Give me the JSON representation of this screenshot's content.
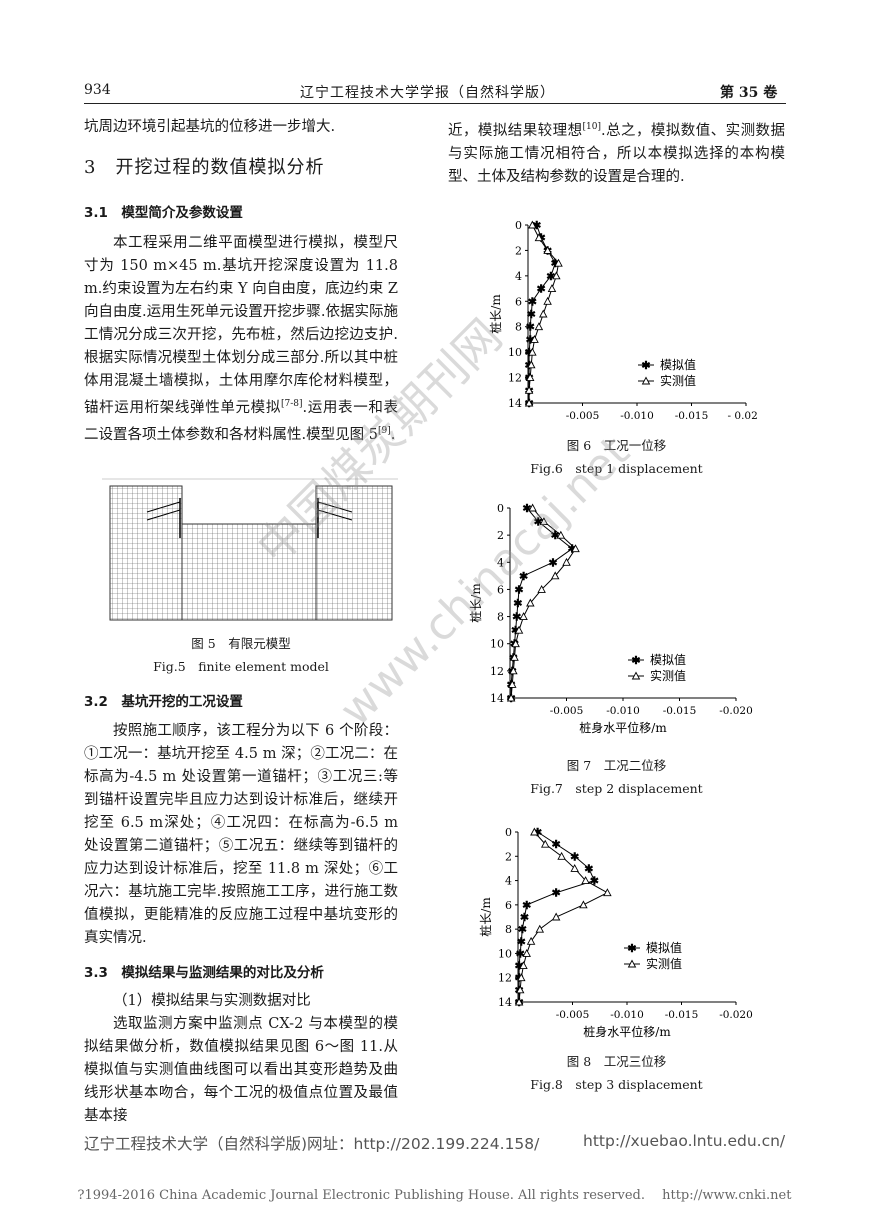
{
  "header": {
    "page_number": "934",
    "journal": "辽宁工程技术大学学报（自然科学版）",
    "volume": "第 35 卷"
  },
  "left_col": {
    "p_continue": "坑周边环境引起基坑的位移进一步增大.",
    "sec3": "3　开挖过程的数值模拟分析",
    "sec31": "3.1　模型简介及参数设置",
    "p31_a": "本工程采用二维平面模型进行模拟，模型尺寸为 150 m×45 m.基坑开挖深度设置为 11.8 m.约束设置为左右约束 Y 向自由度，底边约束 Z 向自由度.运用生死单元设置开挖步骤.依据实际施工情况分成三次开挖，先布桩，然后边挖边支护.根据实际情况模型土体划分成三部分.所以其中桩体用混凝土墙模拟，土体用摩尔库伦材料模型，锚杆运用桁架线弹性单元模拟",
    "ref78": "[7-8]",
    "p31_b": ".运用表一和表二设置各项土体参数和各材料属性.模型见图 5",
    "ref9": "[9]",
    "p31_c": ".",
    "fig5_cn": "图 5　有限元模型",
    "fig5_en": "Fig.5　finite element model",
    "sec32": "3.2　基坑开挖的工况设置",
    "p32": "按照施工顺序，该工程分为以下 6 个阶段：①工况一：基坑开挖至 4.5 m 深；②工况二：在标高为-4.5 m 处设置第一道锚杆；③工况三:等到锚杆设置完毕且应力达到设计标准后，继续开挖至 6.5 m深处；④工况四：在标高为-6.5 m 处设置第二道锚杆；⑤工况五：继续等到锚杆的应力达到设计标准后，挖至 11.8 m 深处；⑥工况六：基坑施工完毕.按照施工工序，进行施工数值模拟，更能精准的反应施工过程中基坑变形的真实情况.",
    "sec33": "3.3　模拟结果与监测结果的对比及分析",
    "sub1": "（1）模拟结果与实测数据对比",
    "p33": "选取监测方案中监测点 CX-2 与本模型的模拟结果做分析，数值模拟结果见图 6～图 11.从模拟值与实测值曲线图可以看出其变形趋势及曲线形状基本吻合，每个工况的极值点位置及最值基本接"
  },
  "right_col": {
    "p_a": "近，模拟结果较理想",
    "ref10": "[10]",
    "p_b": ".总之，模拟数值、实测数据与实际施工情况相符合，所以本模拟选择的本构模型、土体及结构参数的设置是合理的.",
    "fig6_cn": "图 6　工况一位移",
    "fig6_en": "Fig.6　step 1 displacement",
    "fig7_cn": "图 7　工况二位移",
    "fig7_en": "Fig.7　step 2 displacement",
    "fig8_cn": "图 8　工况三位移",
    "fig8_en": "Fig.8　step 3 displacement"
  },
  "footer": {
    "left": "辽宁工程技术大学（自然科学版)网址：http://202.199.224.158/",
    "right": "http://xuebao.lntu.edu.cn/"
  },
  "copyright": "?1994-2016 China Academic Journal Electronic Publishing House. All rights reserved.　 http://www.cnki.net",
  "watermark": {
    "line1": "中国煤炭期刊网",
    "line2": "www.chinacaj.net"
  },
  "chart_data": [
    {
      "type": "line",
      "ylabel": "桩长/m",
      "xlabel": "",
      "xlim": [
        0,
        -0.02
      ],
      "ylim": [
        0,
        14
      ],
      "xticks": [
        "-0.005",
        "-0.010",
        "-0.015",
        "- 0.020"
      ],
      "xtick_values": [
        -0.005,
        -0.01,
        -0.015,
        -0.02
      ],
      "yticks": [
        "0",
        "2",
        "4",
        "6",
        "8",
        "10",
        "12",
        "14"
      ],
      "series": [
        {
          "name": "模拟值",
          "marker": "star",
          "y": [
            0,
            1,
            2,
            3,
            4,
            5,
            6,
            7,
            8,
            9,
            10,
            11,
            12,
            13,
            14
          ],
          "x": [
            -0.0008,
            -0.0012,
            -0.0018,
            -0.0025,
            -0.0021,
            -0.0012,
            -0.0004,
            -0.0003,
            -0.0002,
            -0.0002,
            -0.0001,
            -0.0001,
            -0.0001,
            -0.0001,
            -0.0001
          ]
        },
        {
          "name": "实测值",
          "marker": "triangle",
          "y": [
            0,
            1,
            2,
            3,
            4,
            5,
            6,
            7,
            8,
            9,
            10,
            11,
            12,
            13,
            14
          ],
          "x": [
            -0.0004,
            -0.001,
            -0.0018,
            -0.0028,
            -0.0026,
            -0.0022,
            -0.0018,
            -0.0014,
            -0.001,
            -0.0006,
            -0.0004,
            -0.0003,
            -0.0002,
            -0.0001,
            -0.0001
          ]
        }
      ]
    },
    {
      "type": "line",
      "ylabel": "桩长/m",
      "xlabel": "桩身水平位移/m",
      "xlim": [
        0,
        -0.02
      ],
      "ylim": [
        0,
        14
      ],
      "xticks": [
        "-0.005",
        "-0.010",
        "-0.015",
        "-0.020"
      ],
      "xtick_values": [
        -0.005,
        -0.01,
        -0.015,
        -0.02
      ],
      "yticks": [
        "0",
        "2",
        "4",
        "6",
        "8",
        "10",
        "12",
        "14"
      ],
      "series": [
        {
          "name": "模拟值",
          "marker": "star",
          "y": [
            0,
            1,
            2,
            3,
            4,
            5,
            6,
            7,
            8,
            9,
            10,
            11,
            12,
            13,
            14
          ],
          "x": [
            -0.0015,
            -0.0025,
            -0.004,
            -0.0055,
            -0.0038,
            -0.0012,
            -0.0008,
            -0.0007,
            -0.0006,
            -0.0005,
            -0.0004,
            -0.0003,
            -0.0002,
            -0.0001,
            -0.0001
          ]
        },
        {
          "name": "实测值",
          "marker": "triangle",
          "y": [
            0,
            1,
            2,
            3,
            4,
            5,
            6,
            7,
            8,
            9,
            10,
            11,
            12,
            13,
            14
          ],
          "x": [
            -0.002,
            -0.003,
            -0.0045,
            -0.0058,
            -0.005,
            -0.004,
            -0.0028,
            -0.0018,
            -0.0012,
            -0.0008,
            -0.0005,
            -0.0004,
            -0.0003,
            -0.0002,
            -0.0001
          ]
        }
      ]
    },
    {
      "type": "line",
      "ylabel": "桩长/m",
      "xlabel": "桩身水平位移/m",
      "xlim": [
        0,
        -0.02
      ],
      "ylim": [
        0,
        14
      ],
      "xticks": [
        "-0.005",
        "-0.010",
        "-0.015",
        "-0.020"
      ],
      "xtick_values": [
        -0.005,
        -0.01,
        -0.015,
        -0.02
      ],
      "yticks": [
        "0",
        "2",
        "4",
        "6",
        "8",
        "10",
        "12",
        "14"
      ],
      "series": [
        {
          "name": "模拟值",
          "marker": "star",
          "y": [
            0,
            1,
            2,
            3,
            4,
            5,
            6,
            7,
            8,
            9,
            10,
            11,
            12,
            13,
            14
          ],
          "x": [
            -0.0018,
            -0.0035,
            -0.0052,
            -0.0065,
            -0.007,
            -0.0035,
            -0.0008,
            -0.0006,
            -0.0004,
            -0.0003,
            -0.0002,
            -0.0001,
            -0.0001,
            -0.0001,
            -0.0001
          ]
        },
        {
          "name": "实测值",
          "marker": "triangle",
          "y": [
            0,
            1,
            2,
            3,
            4,
            5,
            6,
            7,
            8,
            9,
            10,
            11,
            12,
            13,
            14
          ],
          "x": [
            -0.0015,
            -0.0025,
            -0.004,
            -0.0052,
            -0.0062,
            -0.0082,
            -0.006,
            -0.0035,
            -0.002,
            -0.0012,
            -0.0008,
            -0.0005,
            -0.0003,
            -0.0002,
            -0.0001
          ]
        }
      ]
    }
  ]
}
